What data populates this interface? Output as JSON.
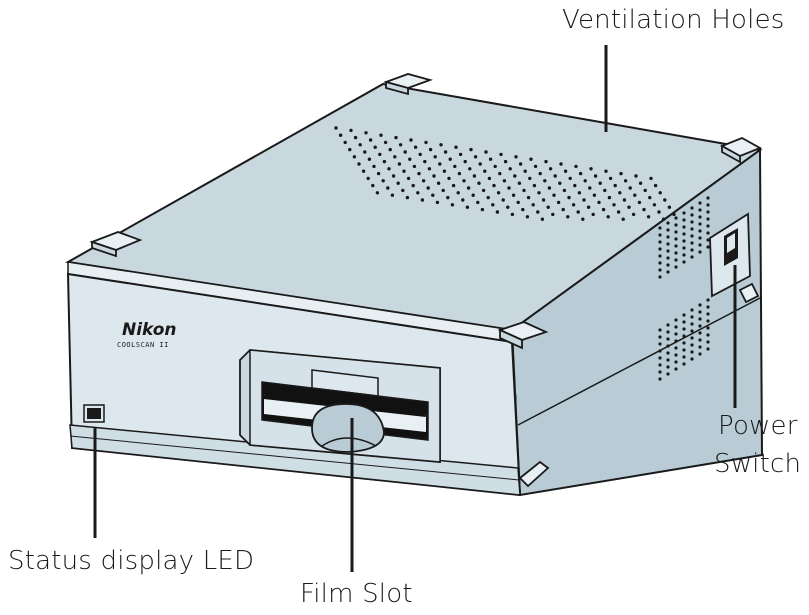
{
  "labels": {
    "ventilation_holes": "Ventilation Holes",
    "power_switch_line1": "Power",
    "power_switch_line2": "Switch",
    "status_led": "Status display LED",
    "film_slot": "Film Slot"
  },
  "device": {
    "brand": "Nikon",
    "model": "COOLSCAN II"
  },
  "colors": {
    "body": "#dde8ee",
    "top": "#c9d7df",
    "side": "#b9cbd5",
    "outline": "#1a1a1a",
    "slot": "#111111"
  }
}
